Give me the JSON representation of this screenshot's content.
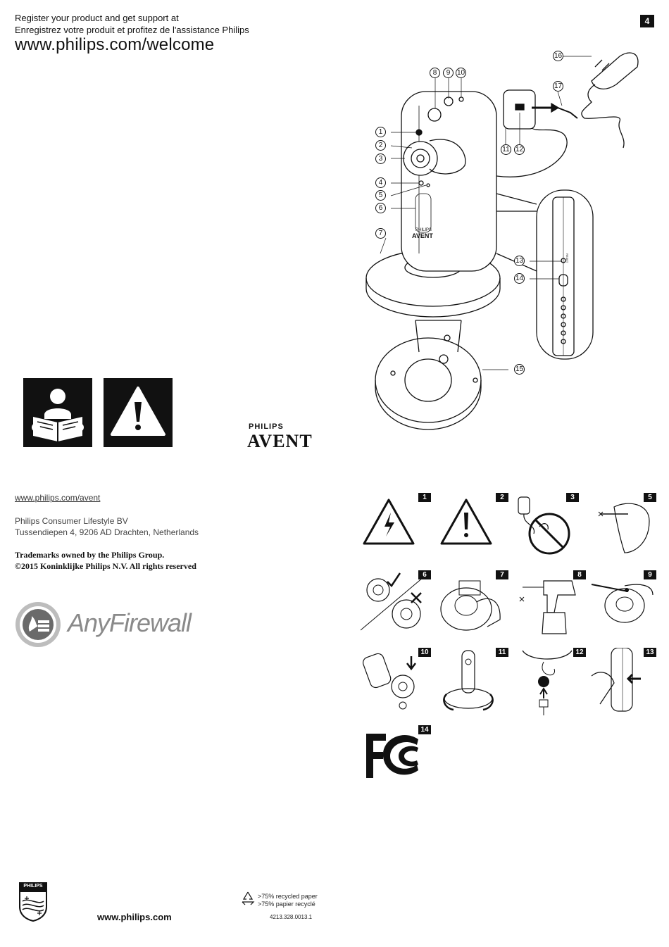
{
  "header": {
    "register_en": "Register your product and get support at",
    "register_fr": "Enregistrez votre produit et profitez de l'assistance Philips",
    "welcome_url": "www.philips.com/welcome",
    "page_number": "4"
  },
  "diagram": {
    "callouts": [
      "1",
      "2",
      "3",
      "4",
      "5",
      "6",
      "7",
      "8",
      "9",
      "10",
      "11",
      "12",
      "13",
      "14",
      "15",
      "16",
      "17"
    ],
    "device_brand_small": "PHILIPS",
    "device_brand_big": "AVENT",
    "reset_label": "RESET"
  },
  "brand": {
    "philips": "PHILIPS",
    "avent": "AVENT"
  },
  "contact": {
    "avent_url": "www.philips.com/avent",
    "company": "Philips Consumer Lifestyle BV",
    "address": "Tussendiepen 4, 9206 AD Drachten, Netherlands",
    "trademarks": "Trademarks owned by the Philips Group.",
    "copyright": "©2015 Koninklijke Philips N.V. All rights reserved"
  },
  "anyfirewall": {
    "label": "AnyFirewall"
  },
  "figures": [
    "1",
    "2",
    "3",
    "5",
    "6",
    "7",
    "8",
    "9",
    "10",
    "11",
    "12",
    "13",
    "14"
  ],
  "footer": {
    "philips_shield": "PHILIPS",
    "url": "www.philips.com",
    "recycled_en": ">75% recycled paper",
    "recycled_fr": ">75% papier recyclé",
    "code": "4213.328.0013.1"
  },
  "colors": {
    "ink": "#111111",
    "panel": "#111111",
    "grey": "#8a8a8a"
  }
}
